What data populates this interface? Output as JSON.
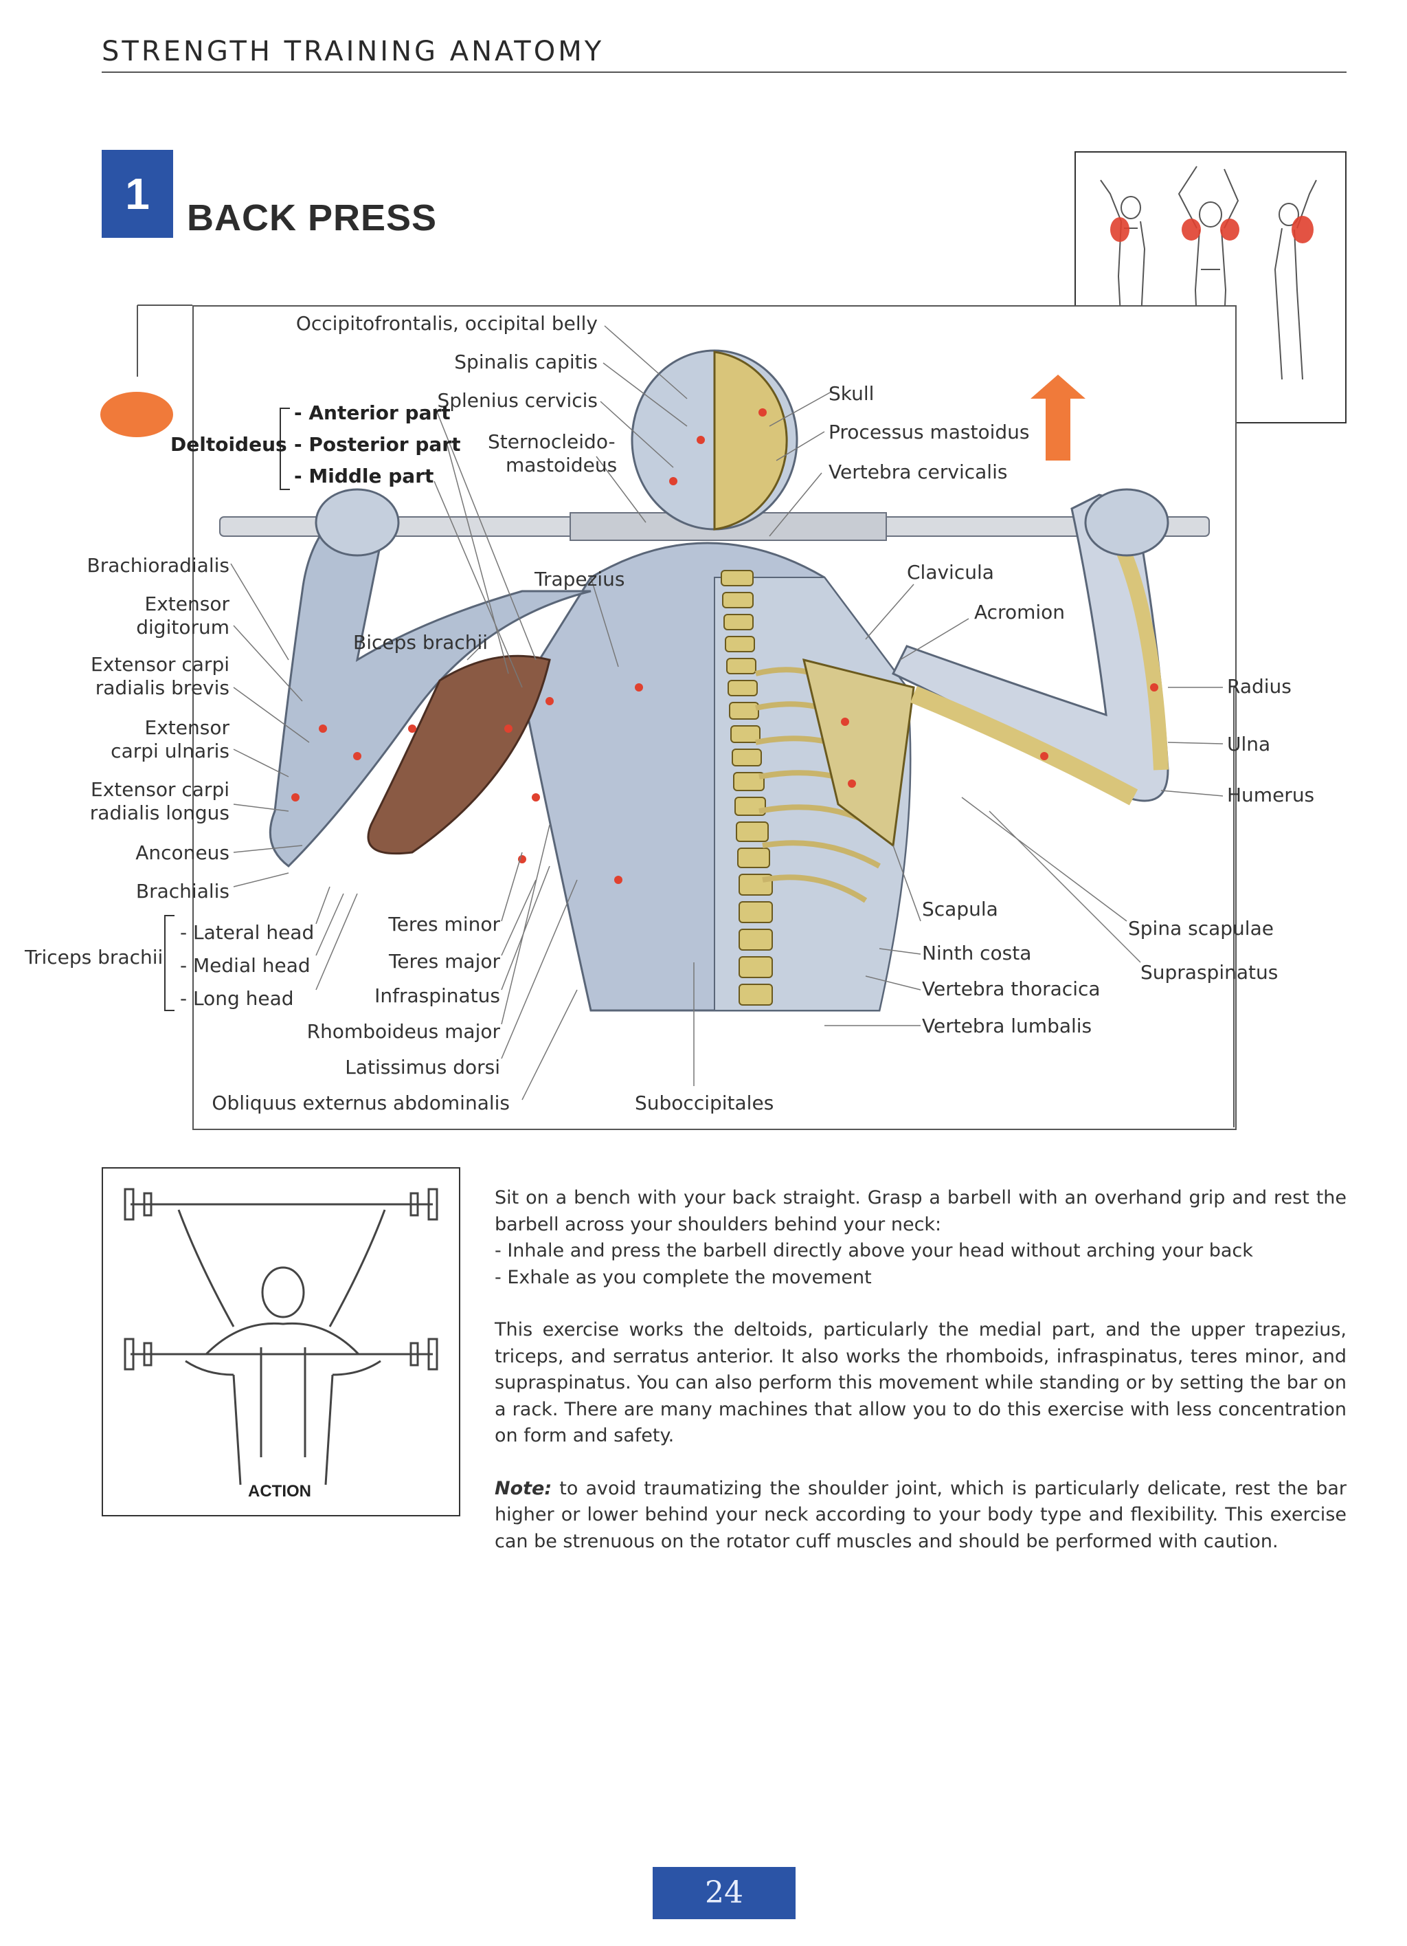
{
  "header": {
    "running_title": "STRENGTH TRAINING ANATOMY"
  },
  "exercise": {
    "number": "1",
    "title": "BACK PRESS"
  },
  "muscle_groups": {
    "deltoideus": {
      "name": "Deltoideus",
      "parts": [
        "- Anterior part",
        "- Posterior part",
        "- Middle part"
      ]
    },
    "triceps": {
      "name": "Triceps brachii",
      "heads": [
        "- Lateral head",
        "- Medial head",
        "- Long head"
      ]
    }
  },
  "labels": {
    "top": [
      "Occipitofrontalis, occipital belly",
      "Spinalis capitis",
      "Splenius cervicis",
      "Sternocleido-",
      "mastoideus"
    ],
    "left": [
      "Brachioradialis",
      "Extensor",
      "digitorum",
      "Extensor carpi",
      "radialis brevis",
      "Extensor",
      "carpi ulnaris",
      "Extensor carpi",
      "radialis longus",
      "Anconeus",
      "Brachialis"
    ],
    "center": [
      "Trapezius",
      "Biceps brachii",
      "Teres minor",
      "Teres major",
      "Infraspinatus",
      "Rhomboideus major",
      "Latissimus dorsi",
      "Obliquus externus abdominalis",
      "Suboccipitales"
    ],
    "right": [
      "Skull",
      "Processus mastoidus",
      "Vertebra cervicalis",
      "Clavicula",
      "Acromion",
      "Radius",
      "Ulna",
      "Humerus",
      "Scapula",
      "Ninth costa",
      "Vertebra thoracica",
      "Vertebra lumbalis",
      "Spina scapulae",
      "Supraspinatus"
    ]
  },
  "action_label": "ACTION",
  "text": {
    "p1_lines": [
      "Sit on a bench with your back straight. Grasp a barbell with an overhand grip and rest the barbell across your shoulders behind your neck:",
      "- Inhale and press the barbell directly above your head without arching your back",
      "- Exhale as you complete the movement"
    ],
    "p2": "This exercise works the deltoids, particularly the medial part, and the upper trapezius, triceps, and serratus anterior. It also works the rhomboids, infraspinatus, teres minor, and supraspinatus. You can also perform this movement while standing or by setting the bar on a rack. There are many machines that allow you to do this exercise with less concentration on form and safety.",
    "note_label": "Note:",
    "note_body": " to avoid traumatizing the shoulder joint, which is particularly delicate, rest the bar higher or lower behind your neck according to your body type and flexibility. This exercise can be strenuous on the rotator cuff muscles and should be performed with caution."
  },
  "page_number": "24",
  "colors": {
    "accent_blue": "#2b54a6",
    "muscle_red": "#e0412f",
    "highlight_orange": "#f07a3a"
  }
}
